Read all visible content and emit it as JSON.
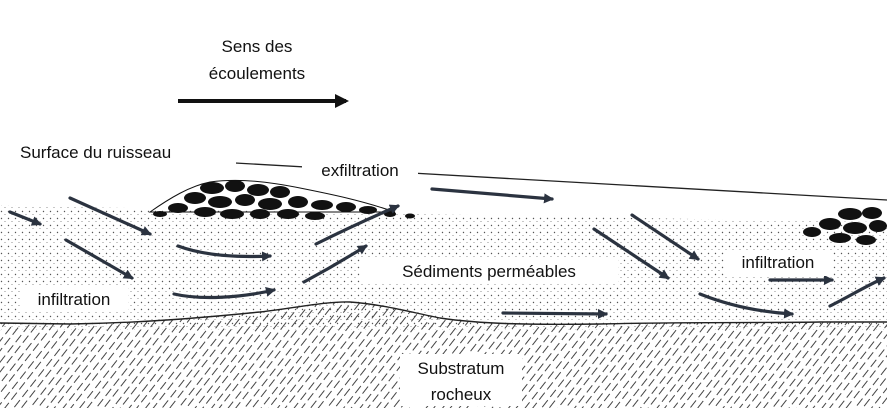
{
  "labels": {
    "flow_direction_line1": "Sens des",
    "flow_direction_line2": "écoulements",
    "stream_surface": "Surface du ruisseau",
    "exfiltration": "exfiltration",
    "permeable_sediments": "Sédiments perméables",
    "infiltration_left": "infiltration",
    "infiltration_right": "infiltration",
    "bedrock_line1": "Substratum",
    "bedrock_line2": "rocheux"
  },
  "colors": {
    "ink": "#111111",
    "arrow": "#2b3340",
    "sediment_dots": "#555555",
    "bedrock_hatch": "#444444",
    "background": "#ffffff"
  }
}
